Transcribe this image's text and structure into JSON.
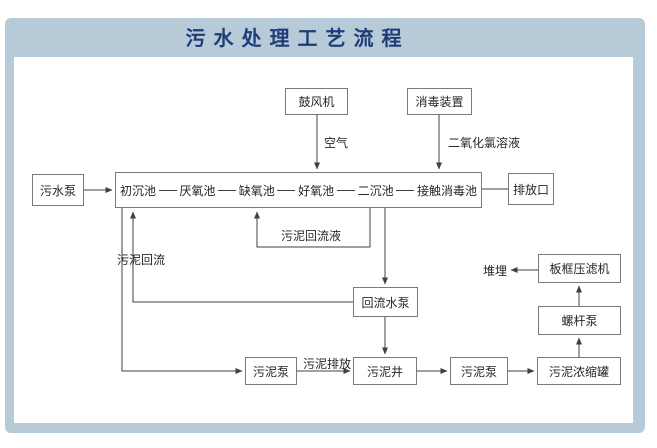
{
  "title": "污水处理工艺流程",
  "chain": {
    "stages": [
      "初沉池",
      "厌氧池",
      "缺氧池",
      "好氧池",
      "二沉池",
      "接触消毒池"
    ]
  },
  "nodes": {
    "sewage_pump": "污水泵",
    "blower": "鼓风机",
    "disinfection": "消毒装置",
    "outlet": "排放口",
    "return_pump": "回流水泵",
    "sludge_pump1": "污泥泵",
    "sludge_well": "污泥井",
    "sludge_pump2": "污泥泵",
    "thickener": "污泥浓缩罐",
    "screw_pump": "螺杆泵",
    "filter_press": "板框压滤机"
  },
  "labels": {
    "air": "空气",
    "clo2": "二氧化氯溶液",
    "sludge_return_liquid": "污泥回流液",
    "sludge_return": "污泥回流",
    "sludge_discharge": "污泥排放",
    "landfill": "堆埋"
  },
  "colors": {
    "panel_bg": "#b6cbd7",
    "title_text": "#1f3c78",
    "connector_line": "#404040",
    "box_border": "#7a7a7a"
  }
}
